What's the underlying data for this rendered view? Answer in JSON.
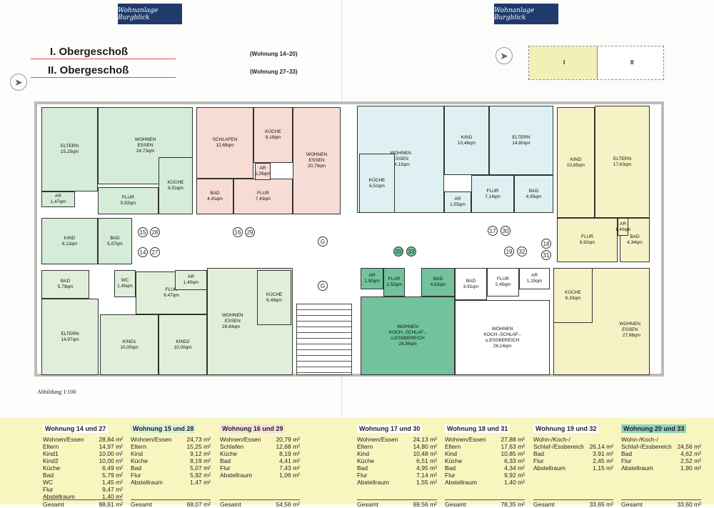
{
  "brand": "Wohnanlage Burgblick",
  "titles": [
    {
      "floor": "I. Obergeschoß",
      "units": "(Wohnung 14–20)"
    },
    {
      "floor": "II. Obergeschoß",
      "units": "(Wohnung 27–33)"
    }
  ],
  "minimap": {
    "left_label": "I",
    "right_label": "II"
  },
  "caption": "Abbildung 1:100",
  "plan": {
    "rooms": [
      {
        "name": "ELTERN",
        "area": "15,25qm"
      },
      {
        "name": "WOHNEN\nESSEN",
        "area": "24,73qm"
      },
      {
        "name": "KÜCHE",
        "area": "6,51qm"
      },
      {
        "name": "AR",
        "area": "1,47qm"
      },
      {
        "name": "FLUR",
        "area": "5,92qm"
      },
      {
        "name": "KIND",
        "area": "9,12qm"
      },
      {
        "name": "BAD",
        "area": "5,07qm"
      },
      {
        "name": "SCHLAFEN",
        "area": "12,68qm"
      },
      {
        "name": "KÜCHE",
        "area": "8,19qm"
      },
      {
        "name": "AR",
        "area": "1,06qm"
      },
      {
        "name": "BAD",
        "area": "4,41qm"
      },
      {
        "name": "FLUR",
        "area": "7,43qm"
      },
      {
        "name": "WOHNEN\nESSEN",
        "area": "20,79qm"
      },
      {
        "name": "WOHNEN\nESSEN",
        "area": "24,13qm"
      },
      {
        "name": "KÜCHE",
        "area": "6,51qm"
      },
      {
        "name": "KIND",
        "area": "10,48qm"
      },
      {
        "name": "ELTERN",
        "area": "14,80qm"
      },
      {
        "name": "FLUR",
        "area": "7,14qm"
      },
      {
        "name": "AR",
        "area": "1,55qm"
      },
      {
        "name": "BAD",
        "area": "4,95qm"
      },
      {
        "name": "KIND",
        "area": "10,85qm"
      },
      {
        "name": "ELTERN",
        "area": "17,63qm"
      },
      {
        "name": "FLUR",
        "area": "9,92qm"
      },
      {
        "name": "AR",
        "area": "1,40qm"
      },
      {
        "name": "BAD",
        "area": "4,34qm"
      },
      {
        "name": "KÜCHE",
        "area": "6,33qm"
      },
      {
        "name": "WOHNEN\nESSEN",
        "area": "27,88qm"
      },
      {
        "name": "AR",
        "area": "1,90qm"
      },
      {
        "name": "FLUR",
        "area": "2,52qm"
      },
      {
        "name": "BAD",
        "area": "4,62qm"
      },
      {
        "name": "WOHNEN\nKOCH-,SCHLAF-,\nu.ESSBEREICH",
        "area": "24,56qm"
      },
      {
        "name": "BAD",
        "area": "3,91qm"
      },
      {
        "name": "FLUR",
        "area": "2,45qm"
      },
      {
        "name": "AR",
        "area": "1,15qm"
      },
      {
        "name": "WOHNEN\nKOCH-,SCHLAF-,\nu.ESSBEREICH",
        "area": "26,14qm"
      },
      {
        "name": "BAD",
        "area": "5,79qm"
      },
      {
        "name": "WC",
        "area": "1,45qm"
      },
      {
        "name": "ELTERN",
        "area": "14,97qm"
      },
      {
        "name": "FLUR",
        "area": "9,47qm"
      },
      {
        "name": "AR",
        "area": "1,40qm"
      },
      {
        "name": "KIND1",
        "area": "10,00qm"
      },
      {
        "name": "KIND2",
        "area": "10,00qm"
      },
      {
        "name": "WOHNEN\nESSEN",
        "area": "28,84qm"
      },
      {
        "name": "KÜCHE",
        "area": "6,49qm"
      }
    ],
    "markers": [
      "15",
      "28",
      "16",
      "29",
      "14",
      "27",
      "17",
      "30",
      "18",
      "31",
      "19",
      "32",
      "20",
      "33",
      "G",
      "G"
    ]
  },
  "colors": {
    "apt15": "#d5ecd8",
    "apt16": "#f6dcd5",
    "apt17": "#dff0f2",
    "apt18": "#f6f2c6",
    "apt20": "#72c29d",
    "apt14": "#e0efd9",
    "apt19": "#ffffff"
  },
  "tables": [
    {
      "title": "Wohnung 14 und 27",
      "highlight": "#ffffff",
      "rows": [
        [
          "Wohnen/Essen",
          "28,84 m²"
        ],
        [
          "Eltern",
          "14,97 m²"
        ],
        [
          "Kind1",
          "10,00 m²"
        ],
        [
          "Kind2",
          "10,00 m²"
        ],
        [
          "Küche",
          "6,49 m²"
        ],
        [
          "Bad",
          "5,79 m²"
        ],
        [
          "WC",
          "1,45 m²"
        ],
        [
          "Flur",
          "9,47 m²"
        ],
        [
          "Abstellraum",
          "1,40 m²"
        ]
      ],
      "total_label": "Gesamt",
      "total": "88,61 m²"
    },
    {
      "title": "Wohnung 15 und 28",
      "highlight": "#d8f0dc",
      "rows": [
        [
          "Wohnen/Essen",
          "24,73 m²"
        ],
        [
          "Eltern",
          "15,25 m²"
        ],
        [
          "Kind",
          "9,12 m²"
        ],
        [
          "Küche",
          "8,19 m²"
        ],
        [
          "Bad",
          "5,07 m²"
        ],
        [
          "Flur",
          "5,92 m²"
        ],
        [
          "Abstellraum",
          "1,47 m²"
        ]
      ],
      "total_label": "Gesamt",
      "total": "68,07 m²"
    },
    {
      "title": "Wohnung 16 und 29",
      "highlight": "#f8e0dc",
      "rows": [
        [
          "Wohnen/Essen",
          "20,79 m²"
        ],
        [
          "Schlafen",
          "12,68 m²"
        ],
        [
          "Küche",
          "8,19 m²"
        ],
        [
          "Bad",
          "4,41 m²"
        ],
        [
          "Flur",
          "7,43 m²"
        ],
        [
          "Abstellraum",
          "1,06 m²"
        ]
      ],
      "total_label": "Gesamt",
      "total": "54,56 m²"
    },
    {
      "title": "Wohnung 17 und 30",
      "highlight": "#ffffff",
      "rows": [
        [
          "Wohnen/Essen",
          "24,13 m²"
        ],
        [
          "Eltern",
          "14,80 m²"
        ],
        [
          "Kind",
          "10,48 m²"
        ],
        [
          "Küche",
          "6,51 m²"
        ],
        [
          "Bad",
          "4,95 m²"
        ],
        [
          "Flur",
          "7,14 m²"
        ],
        [
          "Abstellraum",
          "1,55 m²"
        ]
      ],
      "total_label": "Gesamt",
      "total": "69,56 m²"
    },
    {
      "title": "Wohnung 18 und 31",
      "highlight": "#ffffff",
      "rows": [
        [
          "Wohnen/Essen",
          "27,88 m²"
        ],
        [
          "Eltern",
          "17,63 m²"
        ],
        [
          "Kind",
          "10,85 m²"
        ],
        [
          "Küche",
          "6,33 m²"
        ],
        [
          "Bad",
          "4,34 m²"
        ],
        [
          "Flur",
          "9,92 m²"
        ],
        [
          "Abstellraum",
          "1,40 m²"
        ]
      ],
      "total_label": "Gesamt",
      "total": "78,35 m²"
    },
    {
      "title": "Wohnung 19 und 32",
      "highlight": "#ffffff",
      "rows": [
        [
          "Wohn-/Koch-/",
          ""
        ],
        [
          "Schlaf-/Essbereich",
          "26,14 m²"
        ],
        [
          "Bad",
          "3,91 m²"
        ],
        [
          "Flur",
          "2,45 m²"
        ],
        [
          "Abstellraum",
          "1,15 m²"
        ]
      ],
      "total_label": "Gesamt",
      "total": "33,65 m²"
    },
    {
      "title": "Wohnung 20 und 33",
      "highlight": "#8fd3c0",
      "rows": [
        [
          "Wohn-/Koch-/",
          ""
        ],
        [
          "Schlaf-/Essbereich",
          "24,56 m²"
        ],
        [
          "Bad",
          "4,62 m²"
        ],
        [
          "Flur",
          "2,52 m²"
        ],
        [
          "Abstellraum",
          "1,90 m²"
        ]
      ],
      "total_label": "Gesamt",
      "total": "33,60 m²"
    }
  ]
}
